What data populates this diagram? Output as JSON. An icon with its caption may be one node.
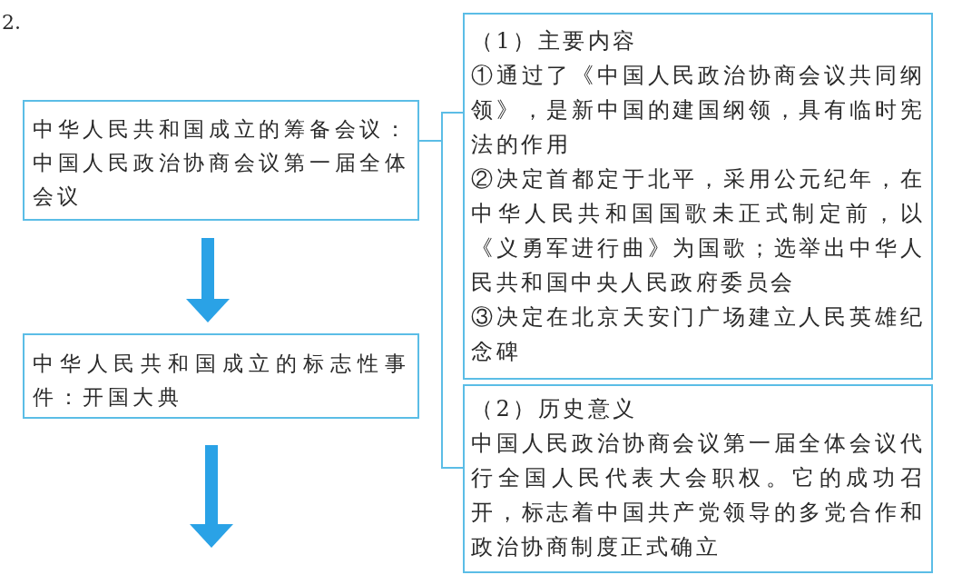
{
  "diagram": {
    "nodes": [
      {
        "text": [
          "中华人民共和国成立的筹备会议：中国人民政治协商会议第一届全体会议"
        ]
      },
      {
        "text": [
          "中华人民共和国成立的标志性事件：开国大典"
        ]
      },
      {
        "text": [
          "（1）主要内容",
          "①通过了《中国人民政治协商会议共同纲领》，是新中国的建国纲领，具有临时宪法的作用",
          "②决定首都定于北平，采用公元纪年，在中华人民共和国国歌未正式制定前，以《义勇军进行曲》为国歌；选举出中华人民共和国中央人民政府委员会",
          "③决定在北京天安门广场建立人民英雄纪念碑"
        ]
      },
      {
        "text": [
          "（2）历史意义",
          "中国人民政治协商会议第一届全体会议代行全国人民代表大会职权。它的成功召开，标志着中国共产党领导的多党合作和政治协商制度正式确立"
        ]
      }
    ],
    "edges": [
      {
        "from": 0,
        "to": 2,
        "arrow": "none"
      },
      {
        "from": 0,
        "to": 3,
        "arrow": "none"
      },
      {
        "from": 0,
        "to": 1,
        "arrow": "to",
        "style": "thick",
        "color": "#2aa2e6"
      },
      {
        "from": 1,
        "to": null,
        "arrow": "to",
        "style": "thick",
        "color": "#2aa2e6"
      }
    ],
    "labels": [
      "2."
    ]
  }
}
